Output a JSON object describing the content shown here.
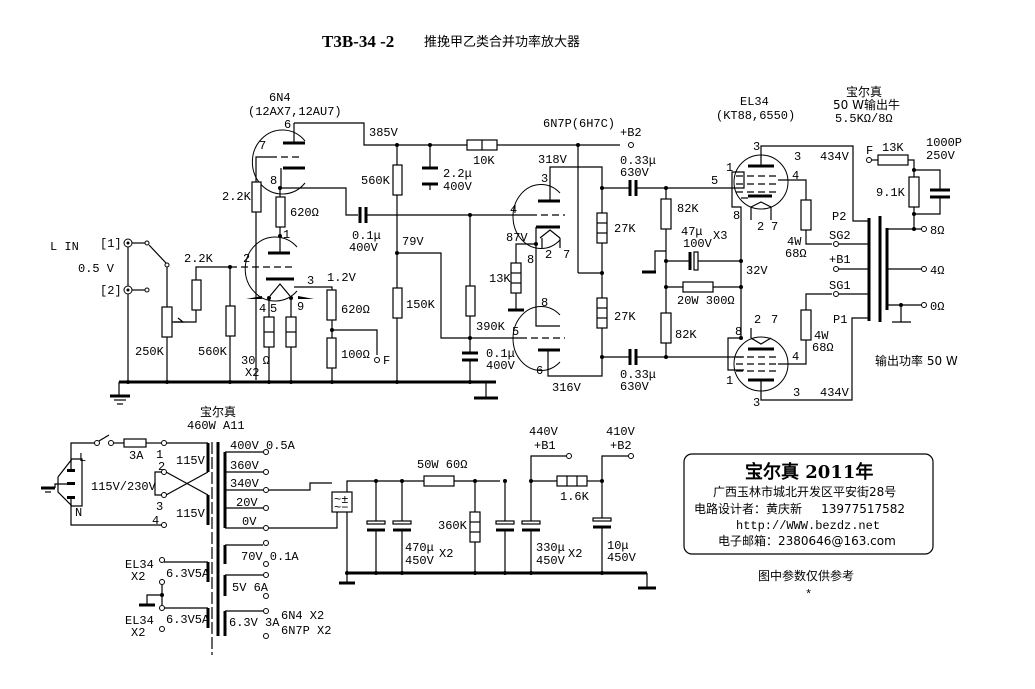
{
  "title": {
    "model": "T3B-34 -2",
    "subtitle": "推挽甲乙类合并功率放大器"
  },
  "input_stage": {
    "tube": "6N4",
    "tube_equiv": "(12AX7,12AU7)",
    "input_label": "L IN",
    "input_level": "0.5 V",
    "jack1": "[1]",
    "jack2": "[2]",
    "r_grid": "2.2K",
    "r_grid2": "2.2K",
    "r_plate": "620Ω",
    "pot": "250K",
    "r_leak": "560K",
    "r_heater": "30 Ω",
    "r_heater_qty": "X2",
    "cathode_v": "1.2V",
    "r_cath1": "620Ω",
    "r_cath2": "100Ω",
    "fb_label": "F",
    "pins": [
      "6",
      "7",
      "8",
      "1",
      "2",
      "3",
      "4",
      "5",
      "9"
    ]
  },
  "supply_node": {
    "v385": "385V",
    "r_drop": "10K",
    "cap": "2.2μ",
    "cap_v": "400V",
    "r_div_top": "560K",
    "r_div_bot": "150K",
    "v79": "79V",
    "coupling_cap": "0.1μ",
    "coupling_cap_v": "400V",
    "r_390k": "390K",
    "bypass_cap": "0.1μ",
    "bypass_cap_v": "400V"
  },
  "phase_splitter": {
    "tube": "6N7P(6H7C)",
    "b2": "+B2",
    "v_plate_top": "318V",
    "v_plate_bot": "316V",
    "v_cath": "87V",
    "r_cath": "13K",
    "r_load1": "27K",
    "r_load2": "27K",
    "c_out1": "0.33μ",
    "c_out1_v": "630V",
    "c_out2": "0.33μ",
    "c_out2_v": "630V",
    "pins": [
      "3",
      "4",
      "2",
      "7",
      "8",
      "8",
      "5",
      "6"
    ]
  },
  "output_stage": {
    "tube": "EL34",
    "tube_equiv": "(KT88,6550)",
    "r_bias1": "82K",
    "r_bias2": "82K",
    "c_cath": "47μ",
    "c_cath_v": "100V",
    "c_cath_qty": "X3",
    "v_cath": "32V",
    "r_cath": "20W 300Ω",
    "r_sg1": "4W",
    "r_sg1_val": "68Ω",
    "r_sg2": "4W",
    "r_sg2_val": "68Ω",
    "v_plate1": "434V",
    "v_plate2": "434V",
    "pin_labels": [
      "3",
      "1",
      "5",
      "8",
      "2",
      "7",
      "4",
      "3",
      "8",
      "2",
      "7",
      "1",
      "4",
      "3",
      "3"
    ]
  },
  "output_transformer": {
    "brand": "宝尔真",
    "spec": "50 W输出牛",
    "impedance": "5.5KΩ/8Ω",
    "taps": [
      "P2",
      "SG2",
      "+B1",
      "SG1",
      "P1"
    ],
    "sec_taps": [
      "8Ω",
      "4Ω",
      "0Ω"
    ],
    "fb": "F",
    "r_fb": "13K",
    "c_fb": "1000P",
    "c_fb_v": "250V",
    "r_fb2": "9.1K",
    "power": "输出功率 50 W"
  },
  "power_transformer": {
    "brand": "宝尔真",
    "spec": "460W A11",
    "fuse": "3A",
    "mains": "115V/230V",
    "line": "L",
    "neutral": "N",
    "pri_pins": [
      "1",
      "2",
      "3",
      "4"
    ],
    "pri1": "115V",
    "pri2": "115V",
    "secondaries": [
      "400V  0.5A",
      "360V",
      "340V",
      "20V",
      "0V"
    ],
    "sec_70": "70V  0.1A",
    "sec_5v": "5V 6A",
    "heater1": "6.3V5A",
    "heater1_tube": "EL34",
    "heater1_qty": "X2",
    "heater2": "6.3V5A",
    "heater2_tube": "EL34",
    "heater2_qty": "X2",
    "heater3": "6.3V 3A",
    "heater3_tubes": [
      "6N4   X2",
      "6N7P  X2"
    ]
  },
  "psu": {
    "r_filter": "50W  60Ω",
    "c1": "470μ",
    "c1_v": "450V",
    "c1_qty": "X2",
    "r_bleed": "360K",
    "c2": "330μ",
    "c2_v": "450V",
    "c2_qty": "X2",
    "b1_v": "440V",
    "b1": "+B1",
    "b2_v": "410V",
    "b2": "+B2",
    "r_b2": "1.6K",
    "c3": "10μ",
    "c3_v": "450V"
  },
  "info_box": {
    "heading": "宝尔真 2011年",
    "address": "广西玉林市城北开发区平安街28号",
    "designer": "电路设计者：黄庆新     13977517582",
    "url": "http://WWW.bezdz.net",
    "email": "电子邮箱：2380646@163.com"
  },
  "note": "图中参数仅供参考",
  "note_mark": "*"
}
